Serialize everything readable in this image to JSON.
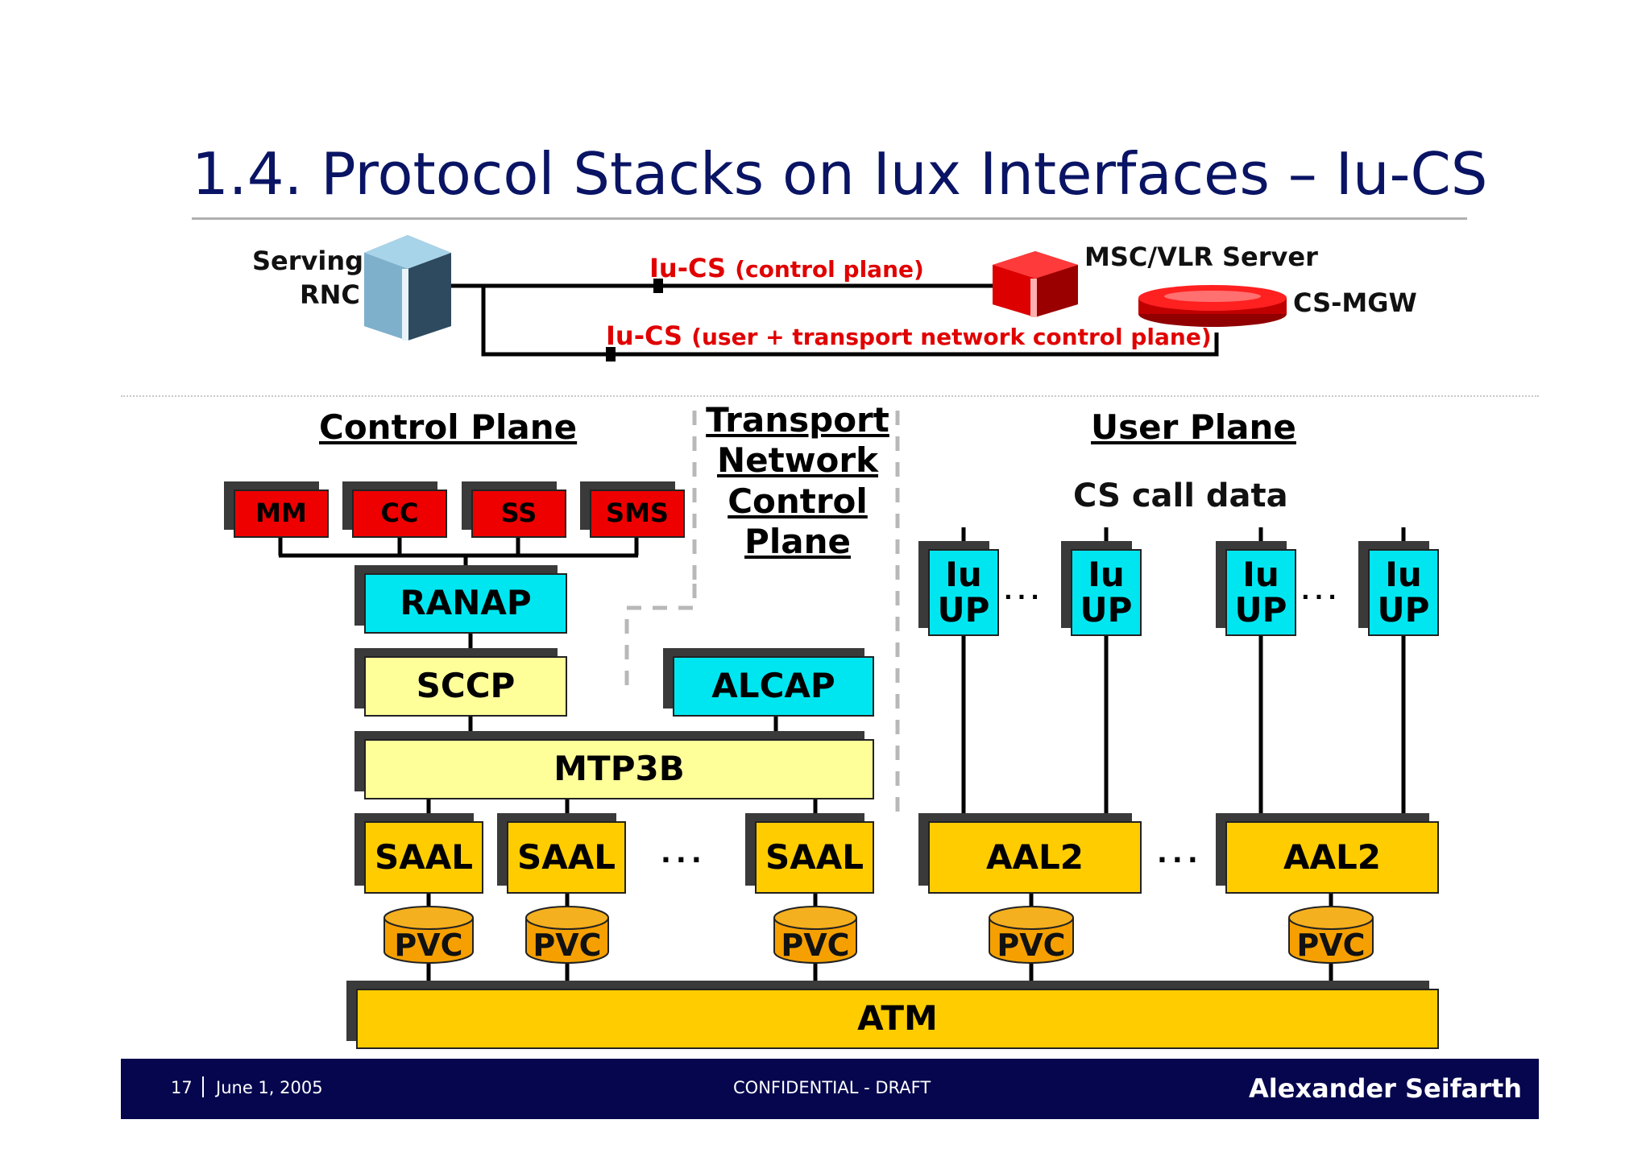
{
  "title": "1.4. Protocol Stacks on Iux Interfaces – Iu-CS",
  "topology": {
    "rnc_label_line1": "Serving",
    "rnc_label_line2": "RNC",
    "msc_label": "MSC/VLR Server",
    "mgw_label": "CS-MGW",
    "link_control_iface": "Iu-CS",
    "link_control_desc": "(control plane)",
    "link_user_iface": "Iu-CS",
    "link_user_desc": "(user + transport network control plane)"
  },
  "headers": {
    "control_plane": "Control Plane",
    "transport_l1": "Transport",
    "transport_l2": "Network",
    "transport_l3": "Control",
    "transport_l4": "Plane",
    "user_plane": "User Plane",
    "cs_call_data": "CS call data"
  },
  "control_stack": {
    "apps": [
      "MM",
      "CC",
      "SS",
      "SMS"
    ],
    "ranap": "RANAP",
    "sccp": "SCCP",
    "alcap": "ALCAP",
    "mtp3b": "MTP3B",
    "saal": [
      "SAAL",
      "SAAL",
      "SAAL"
    ],
    "pvc": [
      "PVC",
      "PVC",
      "PVC"
    ]
  },
  "user_stack": {
    "iu_up": [
      {
        "l1": "Iu",
        "l2": "UP"
      },
      {
        "l1": "Iu",
        "l2": "UP"
      },
      {
        "l1": "Iu",
        "l2": "UP"
      },
      {
        "l1": "Iu",
        "l2": "UP"
      }
    ],
    "aal2": [
      "AAL2",
      "AAL2"
    ],
    "pvc": [
      "PVC",
      "PVC"
    ]
  },
  "atm": "ATM",
  "ellipsis": "...",
  "footer": {
    "page": "17",
    "date": "June 1, 2005",
    "confidential": "CONFIDENTIAL - DRAFT",
    "author": "Alexander Seifarth"
  },
  "colors": {
    "title": "#0a1464",
    "red_box": "#ee0000",
    "cyan_box": "#00e6f0",
    "light_yellow": "#ffff9a",
    "gold": "#ffcc00",
    "pvc": "#f5a000",
    "footer_bg": "#06064f"
  }
}
